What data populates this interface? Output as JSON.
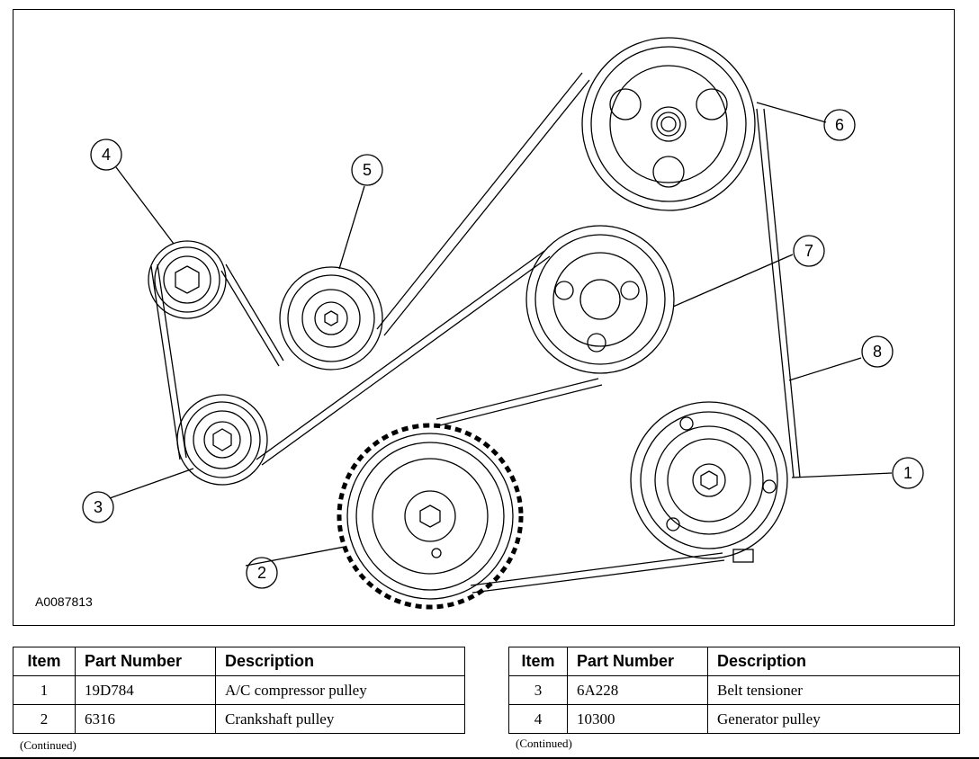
{
  "figure": {
    "id": "A0087813",
    "callouts": [
      "1",
      "2",
      "3",
      "4",
      "5",
      "6",
      "7",
      "8"
    ]
  },
  "tables": [
    {
      "headers": {
        "item": "Item",
        "part_number": "Part Number",
        "description": "Description"
      },
      "rows": [
        {
          "item": "1",
          "part_number": "19D784",
          "description": "A/C compressor pulley"
        },
        {
          "item": "2",
          "part_number": "6316",
          "description": "Crankshaft pulley"
        }
      ],
      "footnote": "(Continued)"
    },
    {
      "headers": {
        "item": "Item",
        "part_number": "Part Number",
        "description": "Description"
      },
      "rows": [
        {
          "item": "3",
          "part_number": "6A228",
          "description": "Belt tensioner"
        },
        {
          "item": "4",
          "part_number": "10300",
          "description": "Generator pulley"
        }
      ],
      "footnote": "(Continued)"
    }
  ]
}
